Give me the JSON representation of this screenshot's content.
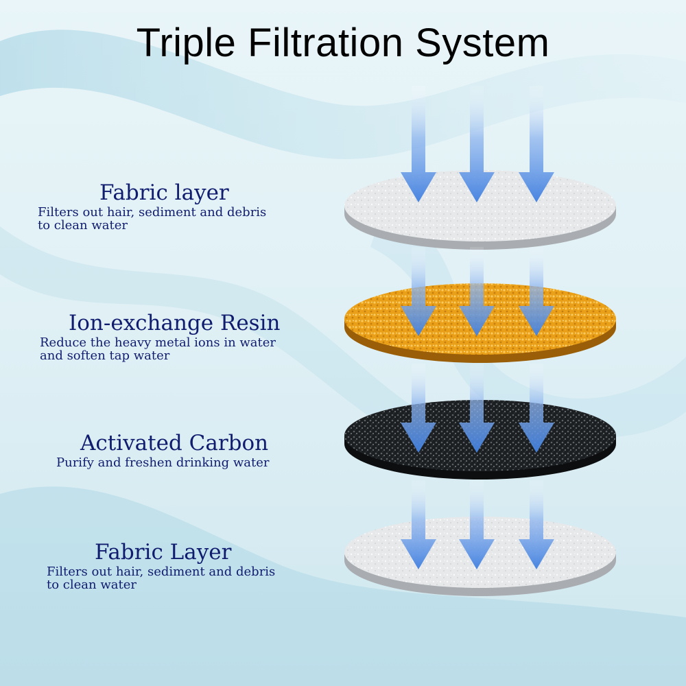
{
  "title": "Triple Filtration System",
  "colors": {
    "heading_text": "#101c6e",
    "title_text": "#000000",
    "fabric": "#e6e8ea",
    "resin": "#e9a018",
    "carbon": "#1c1f22",
    "arrow": "#5f92e4"
  },
  "layers": [
    {
      "name": "Fabric layer",
      "description": "Filters out hair, sediment and debris\nto clean water",
      "material": "fabric"
    },
    {
      "name": "Ion-exchange Resin",
      "description": "Reduce the heavy metal ions in water\nand soften tap water",
      "material": "resin"
    },
    {
      "name": "Activated Carbon",
      "description": "Purify and freshen drinking water",
      "material": "carbon"
    },
    {
      "name": "Fabric Layer",
      "description": "Filters out hair, sediment and debris\nto clean water",
      "material": "fabric"
    }
  ]
}
